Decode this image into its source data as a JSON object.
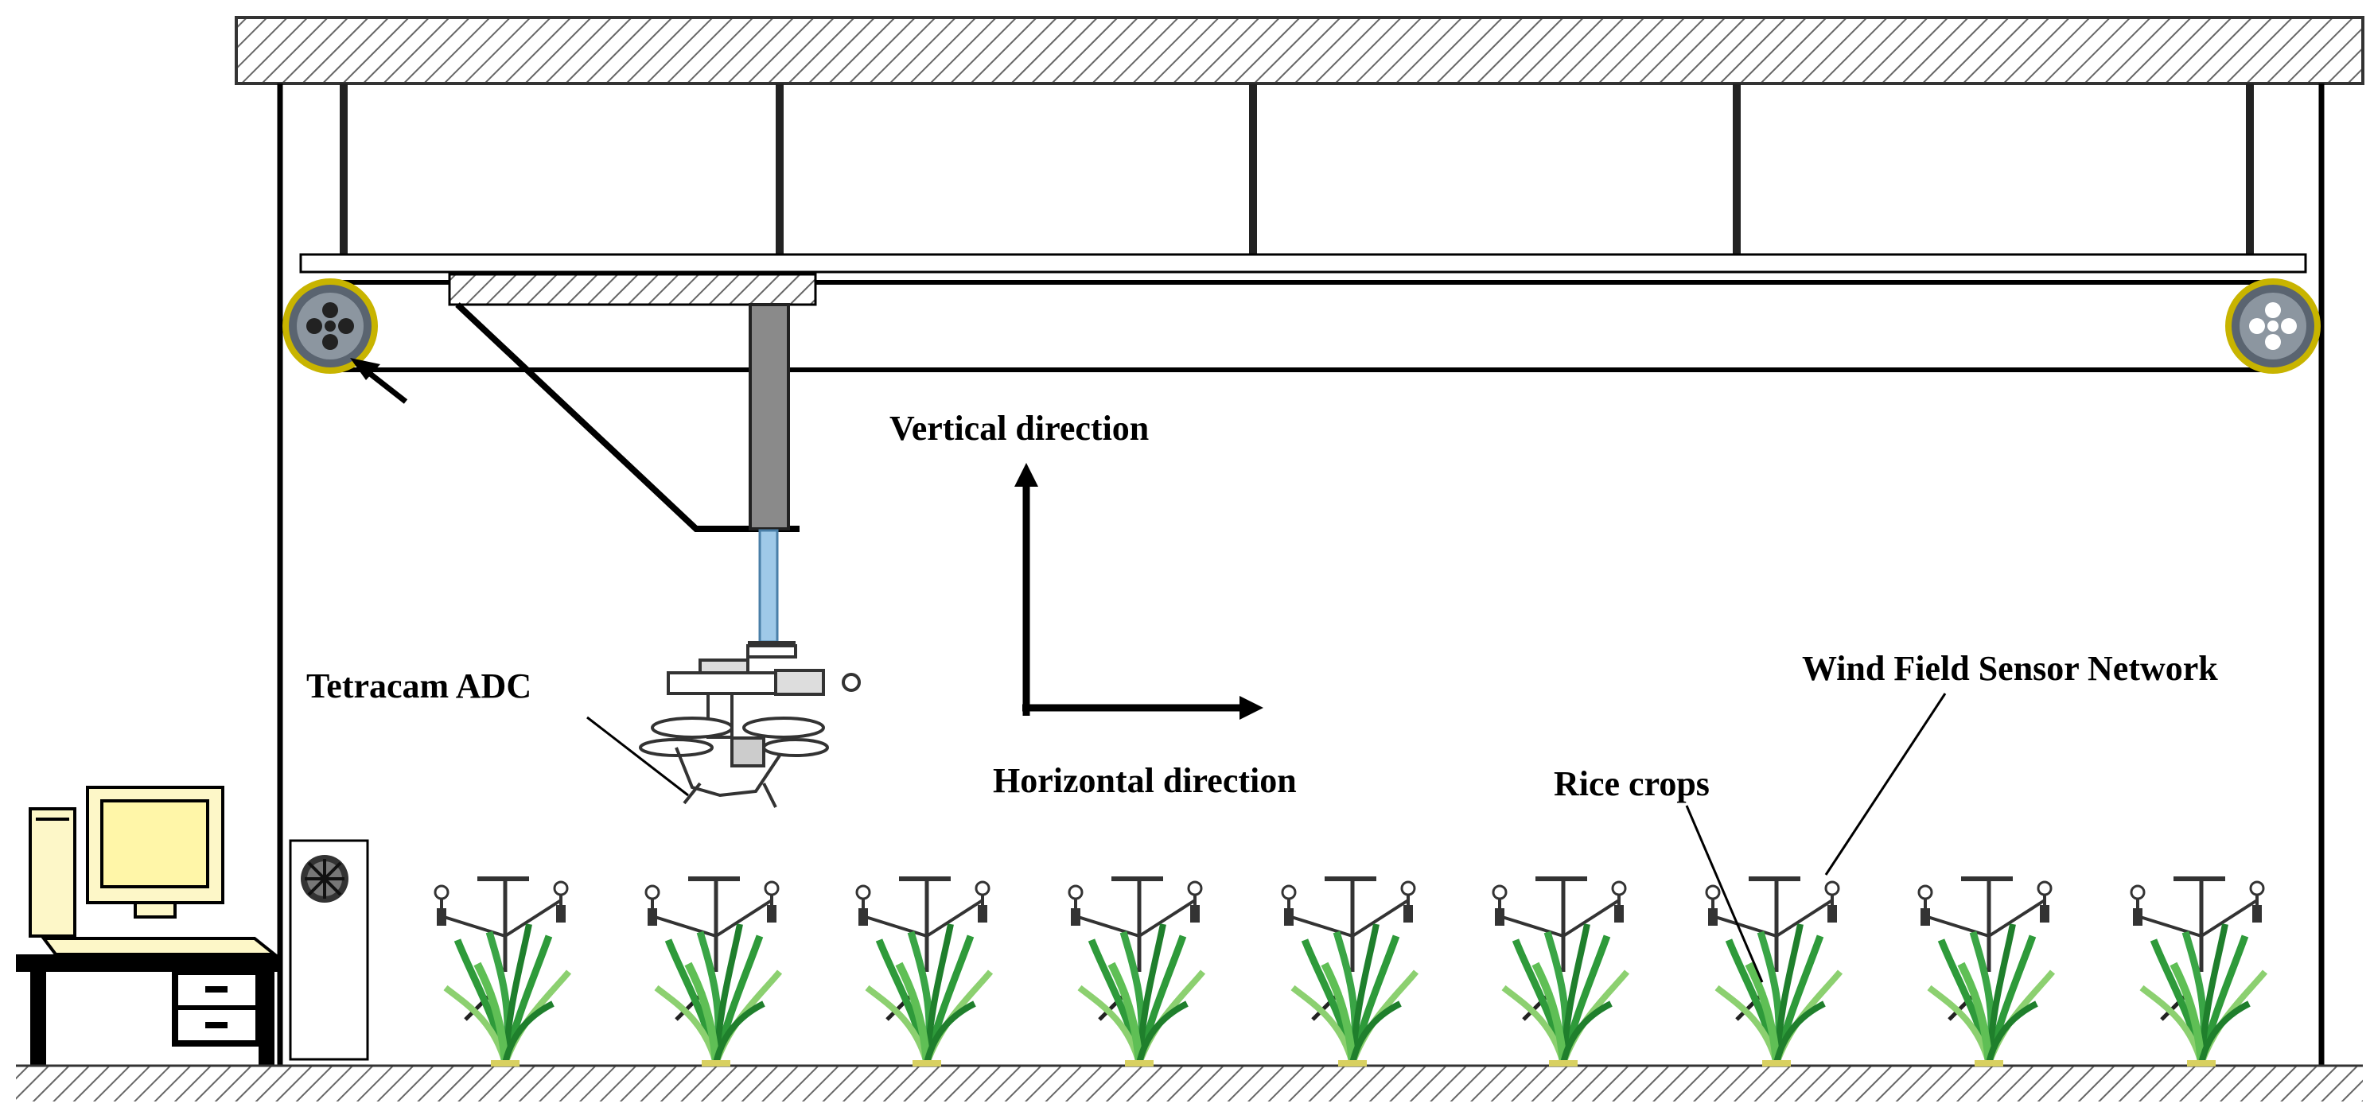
{
  "labels": {
    "vertical": "Vertical direction",
    "horizontal": "Horizontal direction",
    "camera": "Tetracam ADC",
    "sensor_network": "Wind Field Sensor Network",
    "rice": "Rice crops"
  },
  "colors": {
    "rail_yellow": "#c8b400",
    "wheel_dark": "#5a6470",
    "mast_gray": "#8a8a8a",
    "rod_blue": "#9fc9e8",
    "plant_green": "#2e9a3a",
    "plant_light": "#8cd070",
    "computer_yellow": "#fdf7c8"
  },
  "icons": [
    "pulley-wheel-icon",
    "direction-arrow-icon",
    "drone-icon",
    "computer-icon",
    "fan-cabinet-icon",
    "rice-plant-icon",
    "sensor-mast-icon"
  ]
}
